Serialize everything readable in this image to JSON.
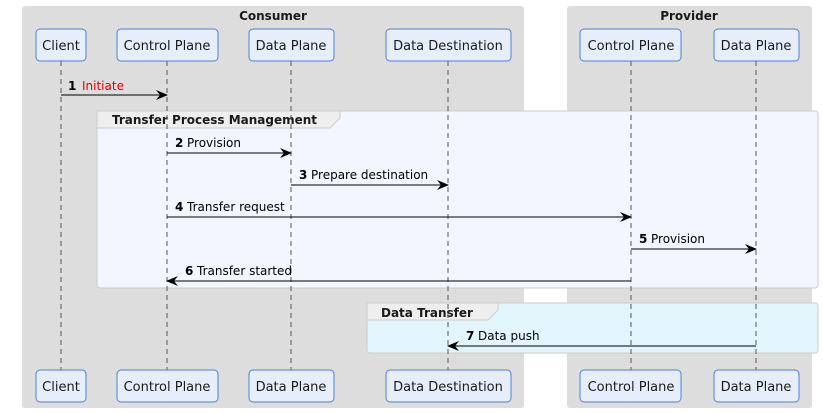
{
  "groups": {
    "consumer": {
      "title": "Consumer"
    },
    "provider": {
      "title": "Provider"
    }
  },
  "participants": {
    "client": "Client",
    "consumer_control_plane": "Control Plane",
    "consumer_data_plane": "Data Plane",
    "data_destination": "Data Destination",
    "provider_control_plane": "Control Plane",
    "provider_data_plane": "Data Plane"
  },
  "frames": {
    "transfer_process_management": "Transfer Process Management",
    "data_transfer": "Data Transfer"
  },
  "messages": [
    {
      "num": "1",
      "label": "Initiate",
      "from": "client",
      "to": "consumer_control_plane",
      "color": "#e60000"
    },
    {
      "num": "2",
      "label": "Provision",
      "from": "consumer_control_plane",
      "to": "consumer_data_plane"
    },
    {
      "num": "3",
      "label": "Prepare destination",
      "from": "consumer_data_plane",
      "to": "data_destination"
    },
    {
      "num": "4",
      "label": "Transfer request",
      "from": "consumer_control_plane",
      "to": "provider_control_plane"
    },
    {
      "num": "5",
      "label": "Provision",
      "from": "provider_control_plane",
      "to": "provider_data_plane"
    },
    {
      "num": "6",
      "label": "Transfer started",
      "from": "provider_control_plane",
      "to": "consumer_control_plane"
    },
    {
      "num": "7",
      "label": "Data push",
      "from": "provider_data_plane",
      "to": "data_destination"
    }
  ],
  "colors": {
    "group_background": "#dddddd",
    "participant_fill": "#e6eefc",
    "participant_border": "#4d7fd9",
    "frame_transfer_process": "#f1f6ff",
    "frame_data_transfer": "#e3f5fc",
    "initiate_label": "#e60000"
  }
}
